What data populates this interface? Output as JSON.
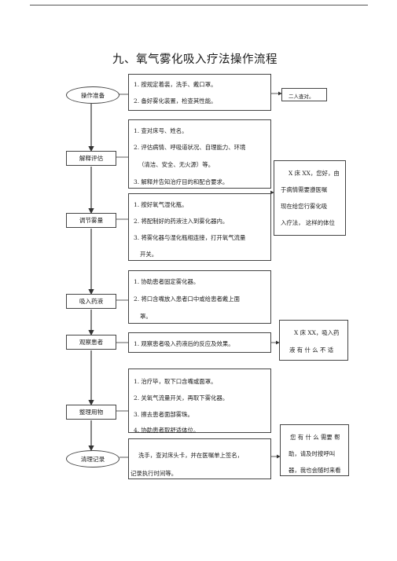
{
  "title": "九、氧气雾化吸入疗法操作流程",
  "steps": [
    {
      "label": "操作准备",
      "shape": "ellipse"
    },
    {
      "label": "解释评估",
      "shape": "rect"
    },
    {
      "label": "调节雾量",
      "shape": "rect"
    },
    {
      "label": "吸入药液",
      "shape": "rect"
    },
    {
      "label": "观察患者",
      "shape": "rect"
    },
    {
      "label": "整理用物",
      "shape": "rect"
    },
    {
      "label": "清理记录",
      "shape": "ellipse"
    }
  ],
  "boxes": [
    {
      "lines": [
        "1. 按规定着装，洗手、戴口罩。",
        "2. 备好雾化装置，检查其性能。"
      ]
    },
    {
      "lines": [
        "1. 查对床号、姓名。",
        "2. 评估病情、呼吸道状况、自理能力、环境",
        "（清洁、安全、无火源）等。",
        "3. 解释并告知治疗目的和配合要求。"
      ]
    },
    {
      "lines": [
        "1. 按好氧气湿化瓶。",
        "2. 将配制好的药液注入到雾化器内。",
        "3. 将雾化器与湿化瓶相连接，打开氧气流量",
        "开关。"
      ]
    },
    {
      "lines": [
        "1. 协助患者固定雾化器。",
        "2. 将口含嘴放入患者口中或给患者戴上面",
        "罩。"
      ]
    },
    {
      "lines": [
        "1. 观察患者吸入药液后的反应及效果。"
      ]
    },
    {
      "lines": [
        "1. 治疗毕，取下口含嘴或面罩。",
        "2. 关氧气流量开关，再取下雾化器。",
        "3. 擦去患者面部雾珠。",
        "4. 协助患者取舒适体位。"
      ]
    },
    {
      "lines": [
        "洗手，查对床头卡，并在医嘱单上签名，",
        "记录执行时间等。"
      ]
    }
  ],
  "notes": [
    {
      "lines": [
        "二人查对。"
      ]
    },
    {
      "lines": [
        "X 床 XX，您好，由",
        "于病情需要遵医嘱",
        "现在给您行雾化吸",
        "入疗法，  这样的体位"
      ]
    },
    {
      "lines": [
        "X 床 XX，吸入药",
        "液 有 什 么 不 适"
      ]
    },
    {
      "lines": [
        "您 有 什 么 需要 帮",
        "助，请及时按呼叫",
        "器，我也会随时来看"
      ]
    }
  ]
}
